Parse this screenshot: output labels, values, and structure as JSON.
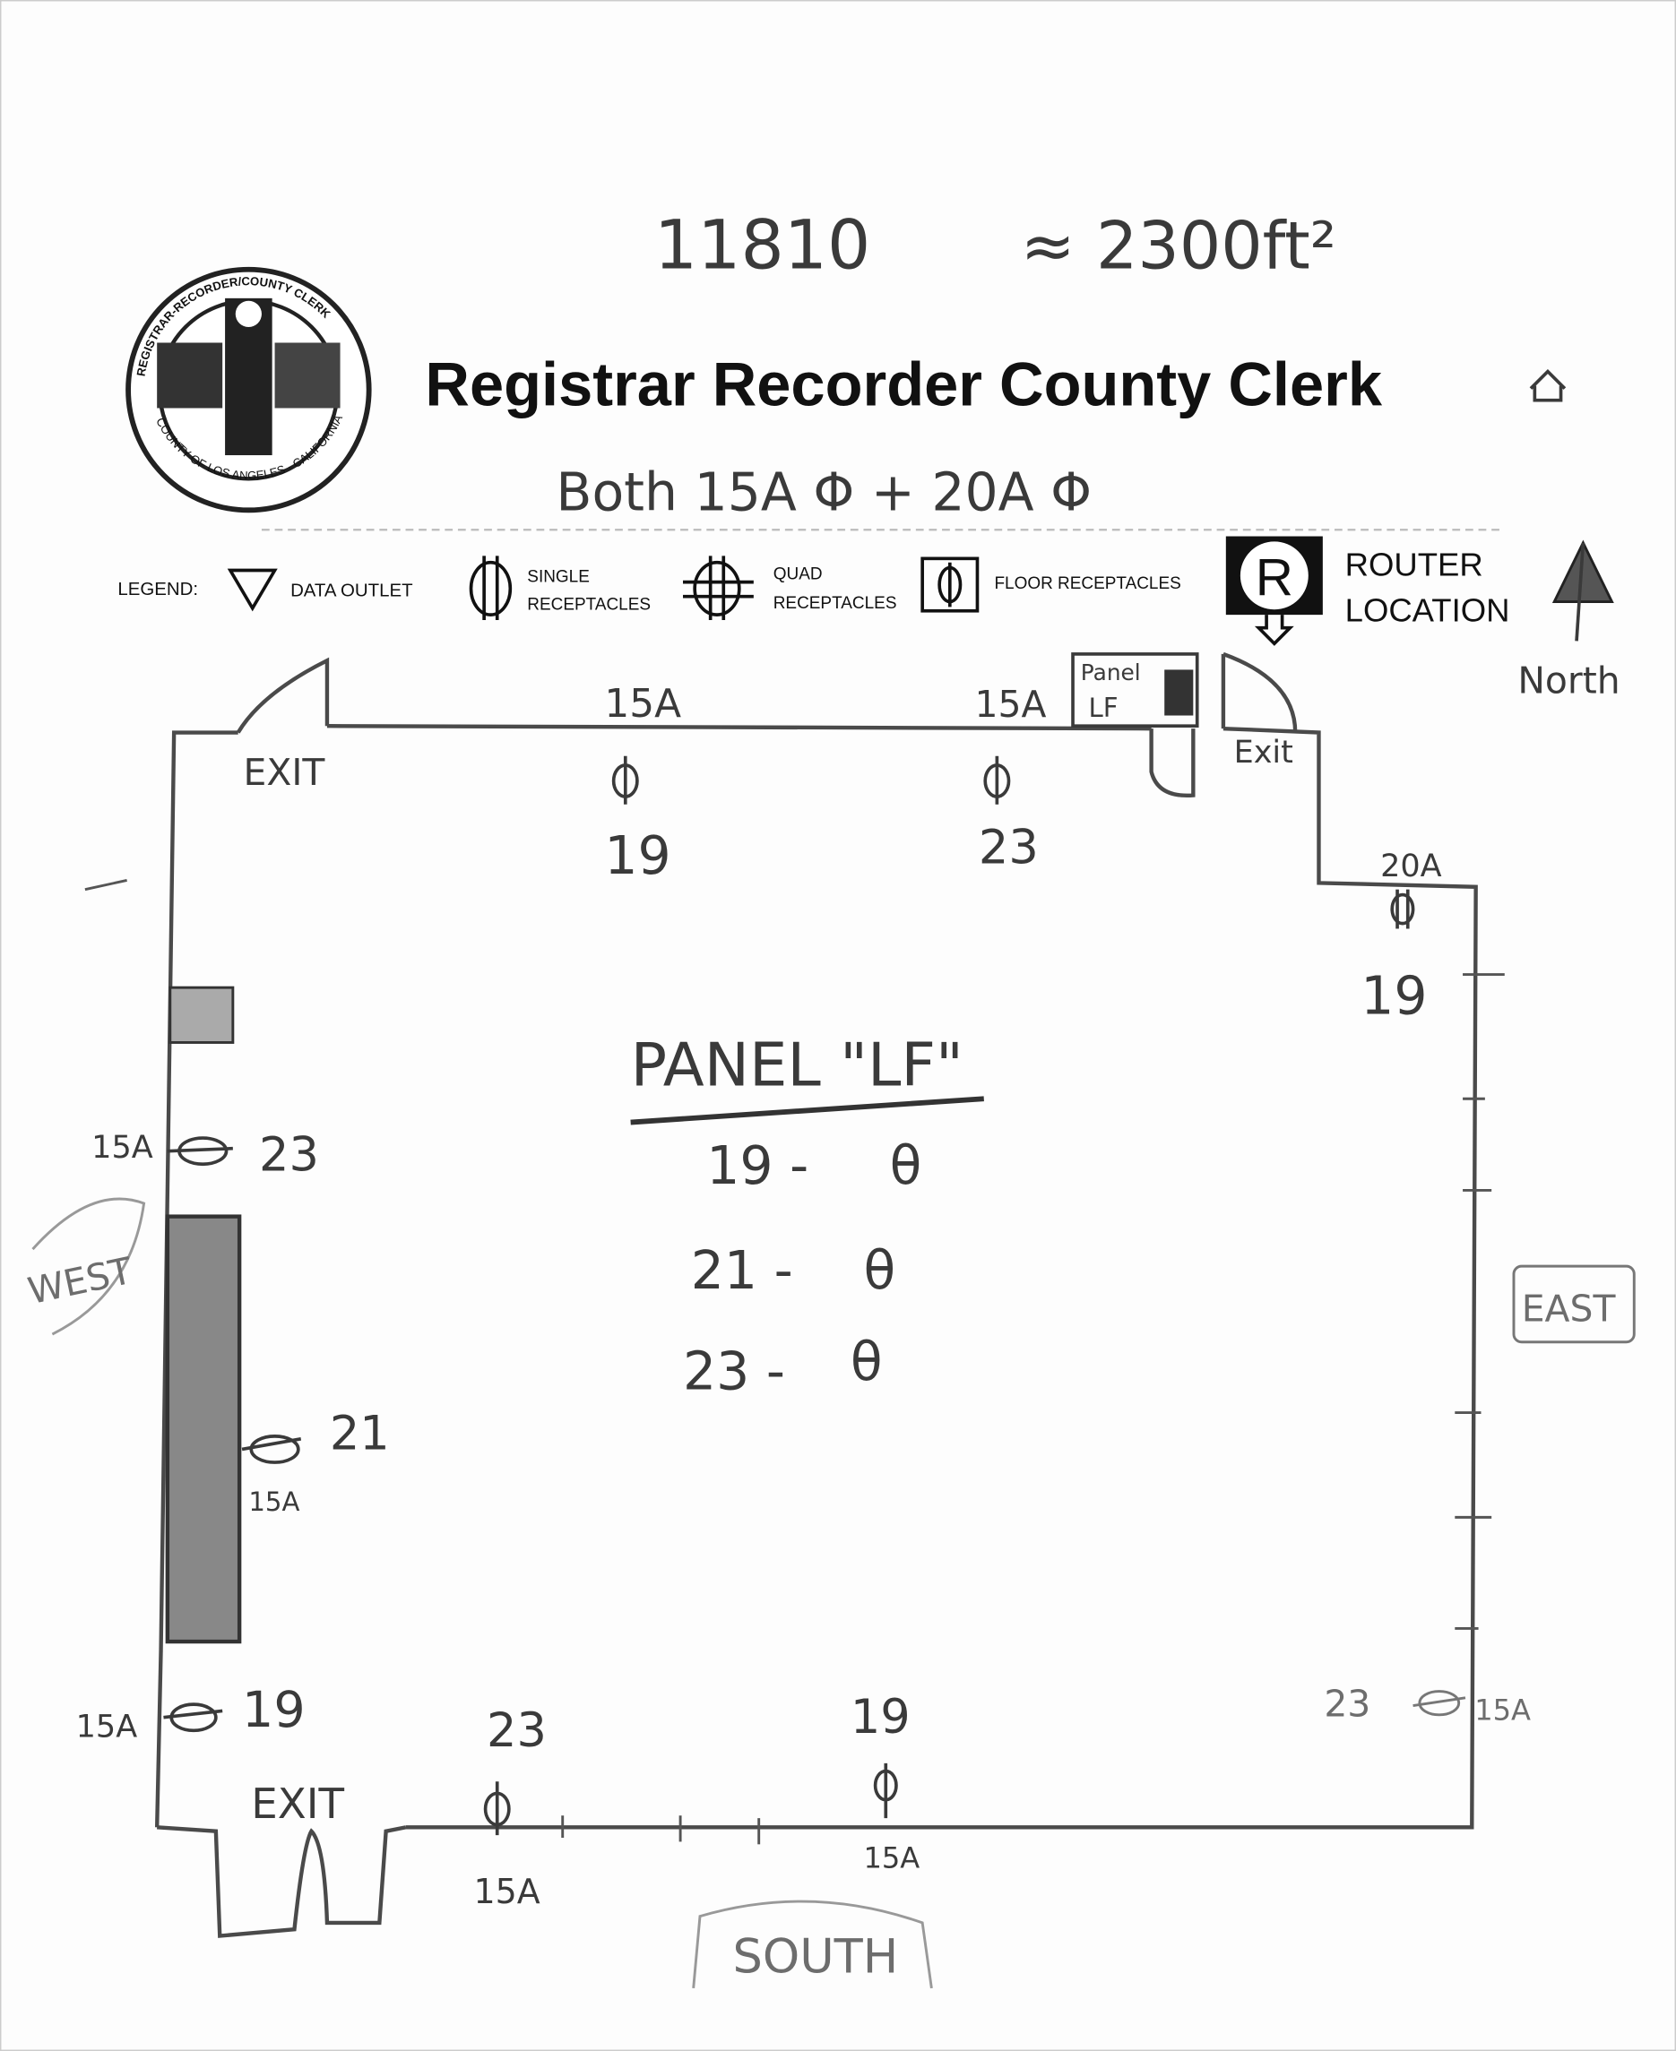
{
  "header": {
    "address_number": "11810",
    "area": "≈ 2300ft²",
    "title": "Registrar Recorder County Clerk",
    "power_note": "Both 15A Φ + 20A Φ",
    "seal_text_top": "REGISTRAR-RECORDER/COUNTY CLERK",
    "seal_text_bottom": "COUNTY OF LOS ANGELES · CALIFORNIA"
  },
  "legend": {
    "label": "LEGEND:",
    "items": [
      {
        "icon": "data-outlet-triangle-icon",
        "label": "DATA OUTLET"
      },
      {
        "icon": "single-receptacle-icon",
        "label_line1": "SINGLE",
        "label_line2": "RECEPTACLES"
      },
      {
        "icon": "quad-receptacle-icon",
        "label_line1": "QUAD",
        "label_line2": "RECEPTACLES"
      },
      {
        "icon": "floor-receptacle-icon",
        "label": "FLOOR RECEPTACLES"
      },
      {
        "icon": "router-icon",
        "symbol": "R",
        "label_line1": "ROUTER",
        "label_line2": "LOCATION"
      }
    ],
    "north": "North"
  },
  "plan": {
    "exits": [
      "EXIT",
      "Exit",
      "EXIT"
    ],
    "directions": {
      "west": "WEST",
      "east": "EAST",
      "south": "SOUTH"
    },
    "panel_box": {
      "line1": "Panel",
      "line2": "LF"
    },
    "outlets": {
      "top_left": {
        "amps": "15A",
        "circuit": "19"
      },
      "top_right": {
        "amps": "15A",
        "circuit": "23"
      },
      "east_top": {
        "amps": "20A",
        "circuit": "19"
      },
      "west_top": {
        "amps": "15A",
        "circuit": "23"
      },
      "west_mid": {
        "amps": "15A",
        "circuit": "21"
      },
      "west_bottom": {
        "amps": "15A",
        "circuit": "19"
      },
      "south_left": {
        "amps": "15A",
        "circuit": "23"
      },
      "south_mid": {
        "amps": "15A",
        "circuit": "19"
      },
      "east_bottom": {
        "amps": "15A",
        "circuit": "23"
      }
    },
    "panel_schedule": {
      "title": "PANEL \"LF\"",
      "rows": [
        {
          "circuit": "19 -",
          "symbol": "θ"
        },
        {
          "circuit": "21 -",
          "symbol": "θ"
        },
        {
          "circuit": "23 -",
          "symbol": "θ"
        }
      ]
    }
  }
}
